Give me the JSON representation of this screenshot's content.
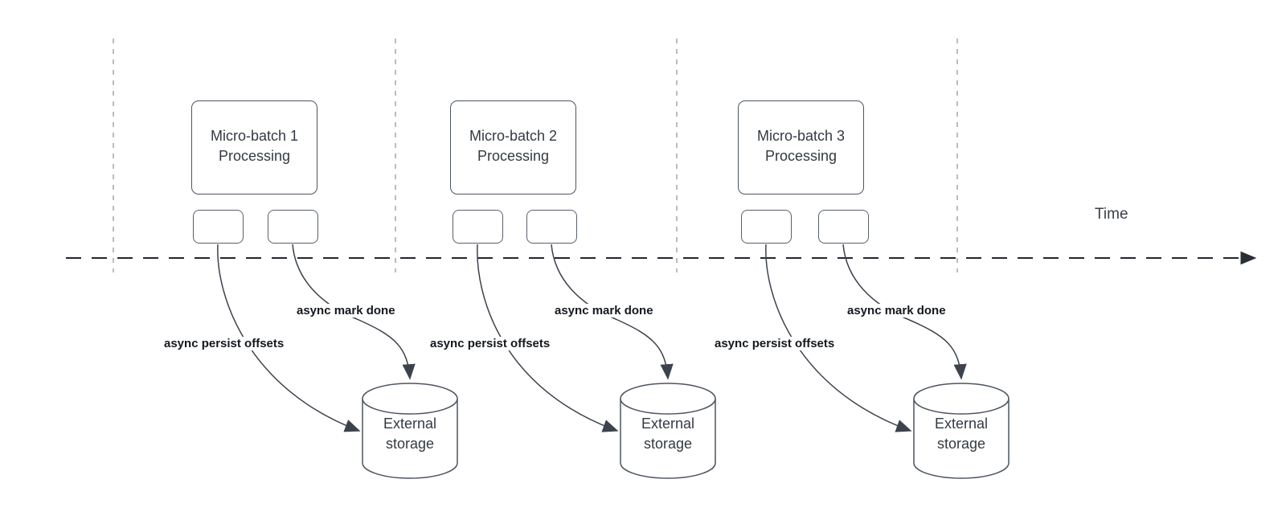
{
  "colors": {
    "background": "#ffffff",
    "shape_stroke": "#4d5560",
    "shape_text": "#333a42",
    "edge_stroke": "#3d434c",
    "edge_label_text": "#14181d",
    "gridline": "#a6a6a6",
    "timeline": "#23272e"
  },
  "timeline": {
    "label": "Time"
  },
  "groups": [
    {
      "title": "Micro-batch 1\nProcessing",
      "persist_label": "async persist offsets",
      "mark_done_label": "async mark done",
      "storage_label": "External\nstorage"
    },
    {
      "title": "Micro-batch 2\nProcessing",
      "persist_label": "async persist offsets",
      "mark_done_label": "async mark done",
      "storage_label": "External\nstorage"
    },
    {
      "title": "Micro-batch 3\nProcessing",
      "persist_label": "async persist offsets",
      "mark_done_label": "async mark done",
      "storage_label": "External\nstorage"
    }
  ]
}
